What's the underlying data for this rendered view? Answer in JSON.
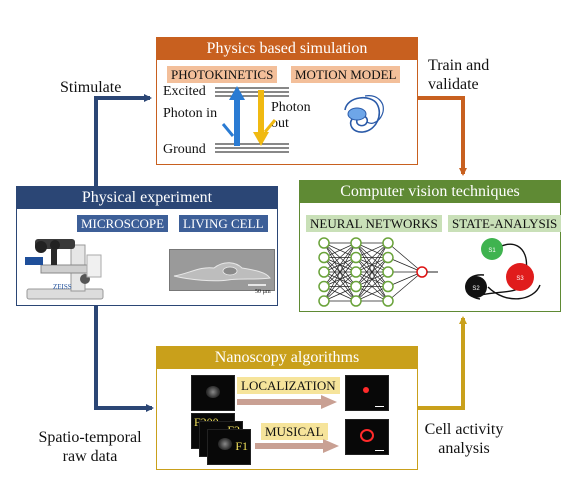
{
  "colors": {
    "physics": "#c8601f",
    "physics_tag": "#f3bf9a",
    "experiment": "#2b4675",
    "experiment_tag": "#3d5f98",
    "vision": "#5f8a34",
    "vision_tag": "#c9e0b8",
    "nano": "#c9a01b",
    "nano_tag": "#f6e49b",
    "arrow_gray": "#c9a093",
    "photon_in": "#2a7bd3",
    "photon_out": "#f0b911"
  },
  "edge_labels": {
    "stimulate": "Stimulate",
    "train_validate": "Train and\nvalidate",
    "raw_data": "Spatio-temporal\nraw data",
    "cell_activity": "Cell activity\nanalysis"
  },
  "physics": {
    "title": "Physics based simulation",
    "tag_photokinetics": "PHOTOKINETICS",
    "tag_motion": "MOTION MODEL",
    "excited": "Excited",
    "photon_in": "Photon in",
    "photon_out": "Photon\nout",
    "ground": "Ground"
  },
  "experiment": {
    "title": "Physical experiment",
    "tag_microscope": "MICROSCOPE",
    "tag_cell": "LIVING CELL",
    "scale_text": "50 µm",
    "microscope_brand": "ZEISS"
  },
  "vision": {
    "title": "Computer vision techniques",
    "tag_nn": "NEURAL NETWORKS",
    "tag_state": "STATE-ANALYSIS",
    "state_labels": [
      "S1",
      "S2",
      "S3"
    ]
  },
  "nano": {
    "title": "Nanoscopy algorithms",
    "tag_localization": "LOCALIZATION",
    "tag_musical": "MUSICAL",
    "frame_labels": [
      "F200",
      "F2",
      "F1"
    ]
  }
}
